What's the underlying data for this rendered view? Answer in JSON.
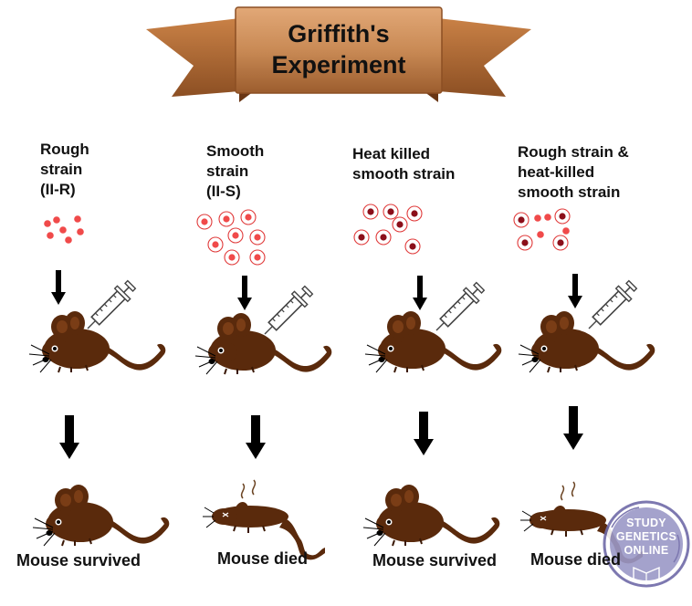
{
  "title": {
    "line1": "Griffith's",
    "line2": "Experiment"
  },
  "columns": [
    {
      "label": "Rough\nstrain\n(II-R)",
      "outcome": "Mouse survived",
      "mouse_state": "alive"
    },
    {
      "label": "Smooth\nstrain\n(II-S)",
      "outcome": "Mouse died",
      "mouse_state": "dead"
    },
    {
      "label": "Heat killed\nsmooth strain",
      "outcome": "Mouse survived",
      "mouse_state": "alive"
    },
    {
      "label": "Rough strain &\nheat-killed\nsmooth strain",
      "outcome": "Mouse died",
      "mouse_state": "dead"
    }
  ],
  "watermark": {
    "line1": "STUDY",
    "line2": "GENETICS",
    "line3": "ONLINE"
  },
  "colors": {
    "ribbon": "#b5703a",
    "ribbon_dark": "#7a4420",
    "title_panel": "#c98a55",
    "mouse_body": "#5a2a0c",
    "bacteria_rough": "#f04a4a",
    "bacteria_dead_core": "#8b0f1a",
    "arrow": "#000000",
    "watermark": "#6f6aa8"
  }
}
